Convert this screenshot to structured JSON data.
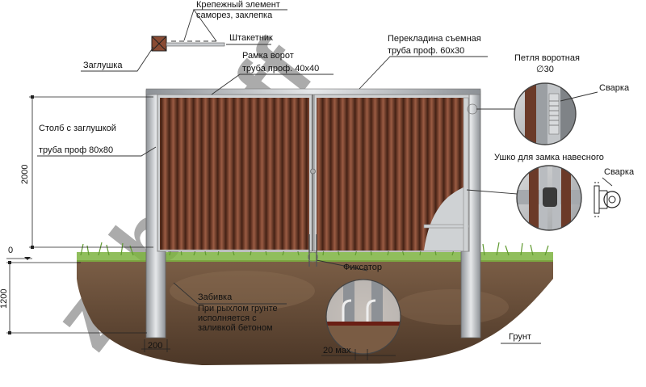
{
  "watermark": "zaboroff",
  "labels": {
    "fastener_line1": "Крепежный элемент",
    "fastener_line2": "саморез, заклепка",
    "picket": "Штакетник",
    "cap": "Заглушка",
    "gate_frame_line1": "Рамка ворот",
    "gate_frame_line2": "труба проф. 40х40",
    "crossbar_line1": "Перекладина съемная",
    "crossbar_line2": "труба проф. 60х30",
    "hinge_line1": "Петля воротная",
    "hinge_line2": "∅30",
    "weld_top": "Сварка",
    "post_line1": "Столб с заглушкой",
    "post_line2": "труба проф 80х80",
    "lock_eye": "Ушко для замка навесного",
    "weld_right": "Сварка",
    "latch": "Фиксатор",
    "driving_line1": "Забивка",
    "driving_line2": "При рыхлом грунте",
    "driving_line3": "исполняется с",
    "driving_line4": "заливкой бетоном",
    "soil": "Грунт"
  },
  "dimensions": {
    "height": "2000",
    "ground_level": "0",
    "depth": "1200",
    "post_width": "200",
    "latch_gap": "20 мах"
  },
  "colors": {
    "sheet_dark": "#5a2e1f",
    "sheet_light": "#9a5a40",
    "frame": "#b9bcc0",
    "soil": "#6e5440",
    "grass": "#6fa53a",
    "detail_bg": "#c9c9c9"
  }
}
